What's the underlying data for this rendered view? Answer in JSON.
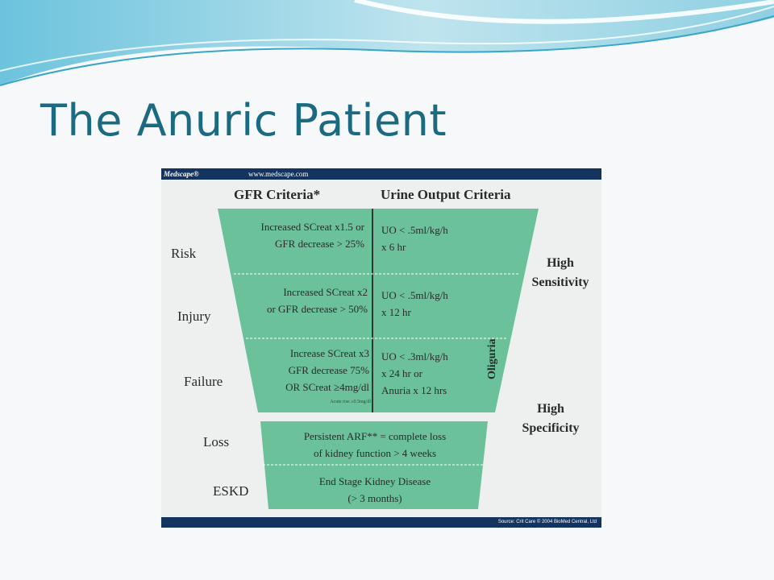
{
  "slide": {
    "title": "The Anuric Patient"
  },
  "figure": {
    "brand": "Medscape®",
    "url": "www.medscape.com",
    "source": "Source: Crit Care © 2004 BioMed Central, Ltd",
    "column_headers": {
      "gfr": "GFR Criteria*",
      "urine": "Urine Output Criteria"
    },
    "stages": [
      {
        "label": "Risk",
        "gfr": [
          "Increased SCreat x1.5 or",
          "GFR decrease > 25%"
        ],
        "urine": [
          "UO < .5ml/kg/h",
          "x 6 hr"
        ]
      },
      {
        "label": "Injury",
        "gfr": [
          "Increased SCreat x2",
          "or GFR decrease > 50%"
        ],
        "urine": [
          "UO < .5ml/kg/h",
          "x 12 hr"
        ]
      },
      {
        "label": "Failure",
        "gfr": [
          "Increase SCreat x3",
          "GFR decrease 75%",
          "OR SCreat ≥4mg/dl"
        ],
        "gfr_note": "Acute rise ≥0.5mg/dl",
        "urine": [
          "UO < .3ml/kg/h",
          "x 24 hr or",
          "Anuria x 12 hrs"
        ]
      }
    ],
    "oliguria_label": "Oliguria",
    "outcomes": [
      {
        "label": "Loss",
        "text": [
          "Persistent ARF** = complete loss",
          "of kidney function > 4 weeks"
        ]
      },
      {
        "label": "ESKD",
        "text": [
          "End Stage Kidney Disease",
          "(> 3 months)"
        ]
      }
    ],
    "side_labels": {
      "sensitivity": [
        "High",
        "Sensitivity"
      ],
      "specificity": [
        "High",
        "Specificity"
      ]
    },
    "colors": {
      "funnel_fill": "#6ac19a",
      "header_bar": "#13345f",
      "title": "#1b6a82"
    }
  }
}
